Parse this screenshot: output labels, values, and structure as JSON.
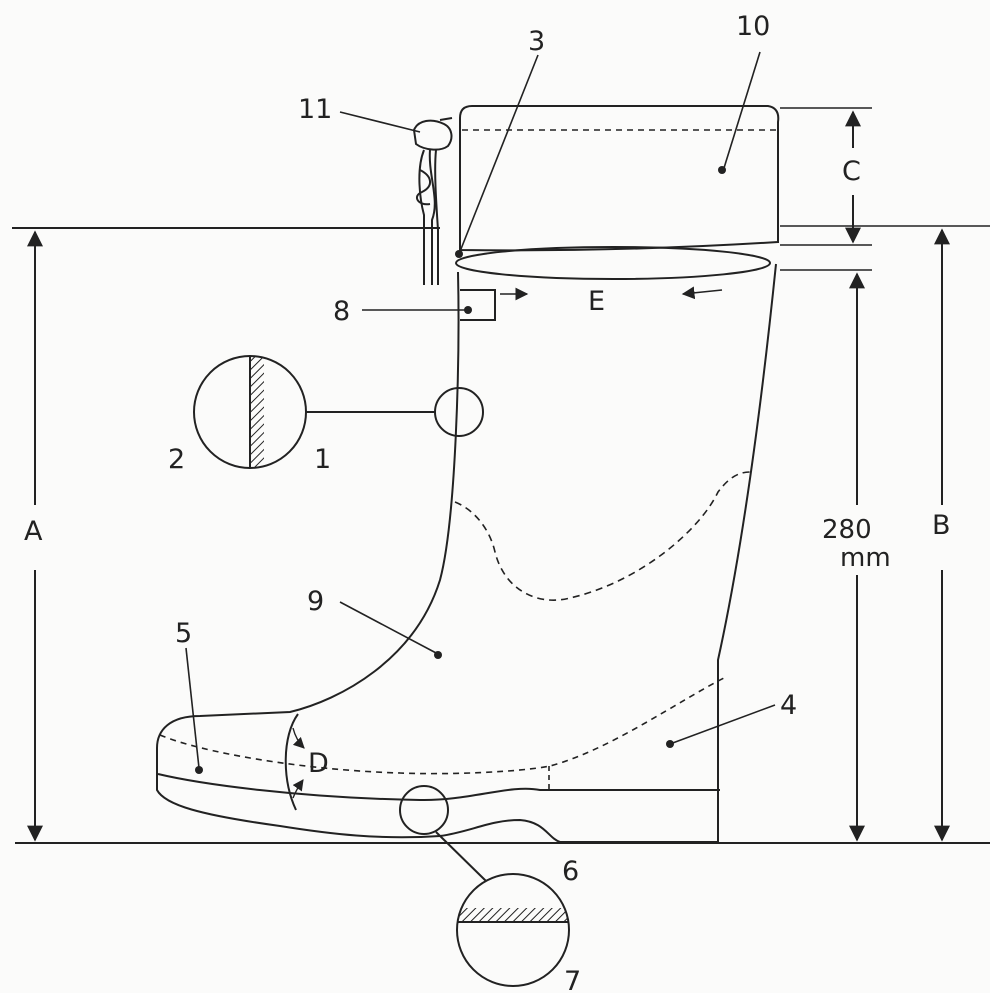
{
  "callouts": [
    "1",
    "2",
    "3",
    "4",
    "5",
    "6",
    "7",
    "8",
    "9",
    "10",
    "11"
  ],
  "dimensions": {
    "A": "A",
    "B": "B",
    "C": "C",
    "D": "D",
    "E": "E",
    "shaft_height_value": "280",
    "shaft_height_unit": "mm"
  }
}
